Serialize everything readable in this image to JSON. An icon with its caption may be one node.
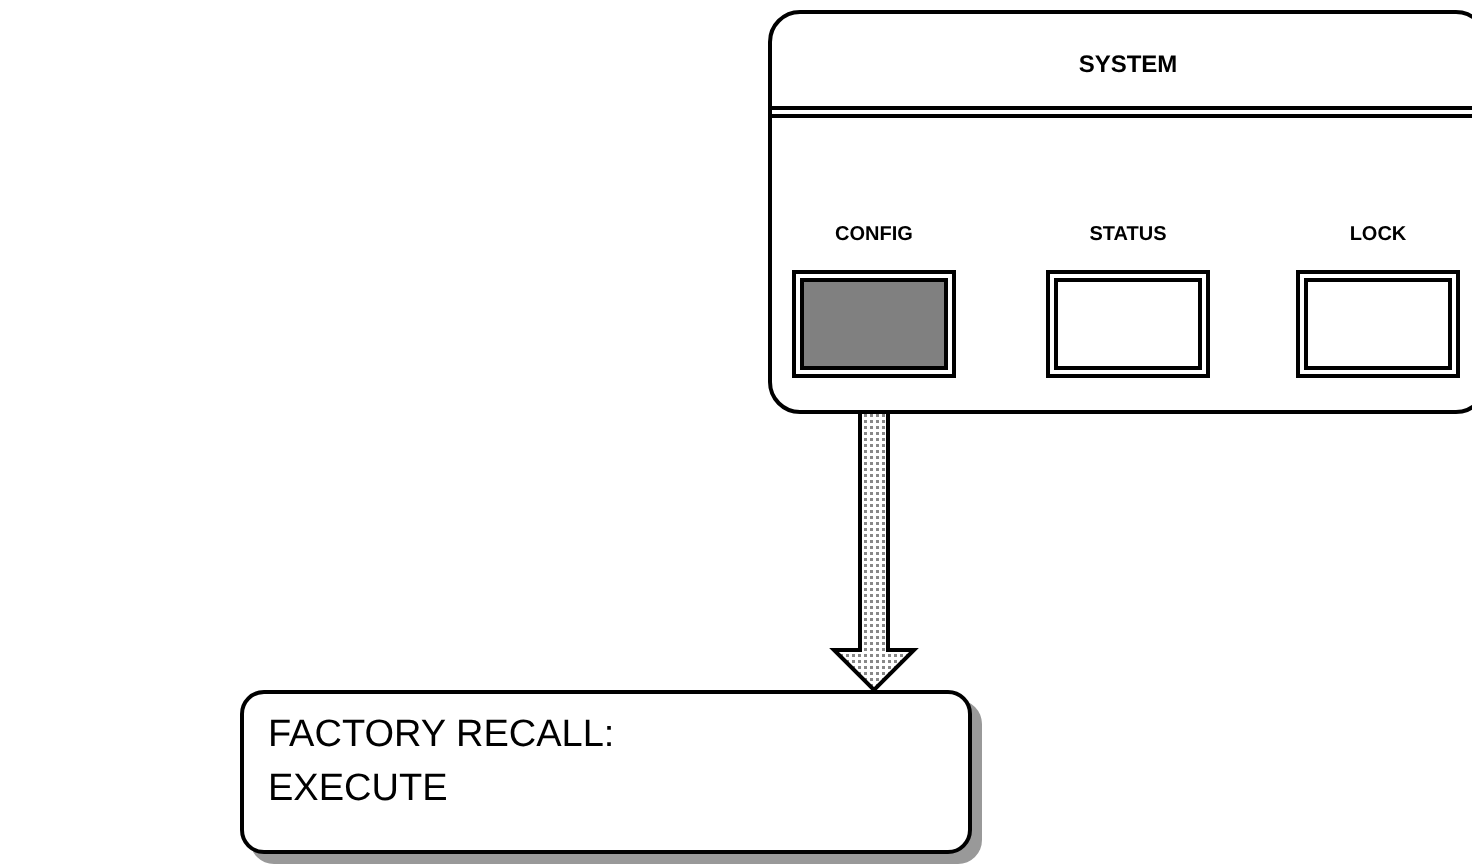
{
  "diagram": {
    "nodes": [
      {
        "text": [
          "SYSTEM"
        ]
      },
      {
        "text": [
          "CONFIG"
        ],
        "in": 0
      },
      {
        "text": [
          "STATUS"
        ],
        "in": 0
      },
      {
        "text": [
          "LOCK"
        ],
        "in": 0
      },
      {
        "text": [
          "FACTORY RECALL:",
          "EXECUTE"
        ]
      }
    ],
    "edges": [
      {
        "from": 1,
        "to": 4,
        "arrow": "to",
        "style": "thick"
      }
    ]
  }
}
